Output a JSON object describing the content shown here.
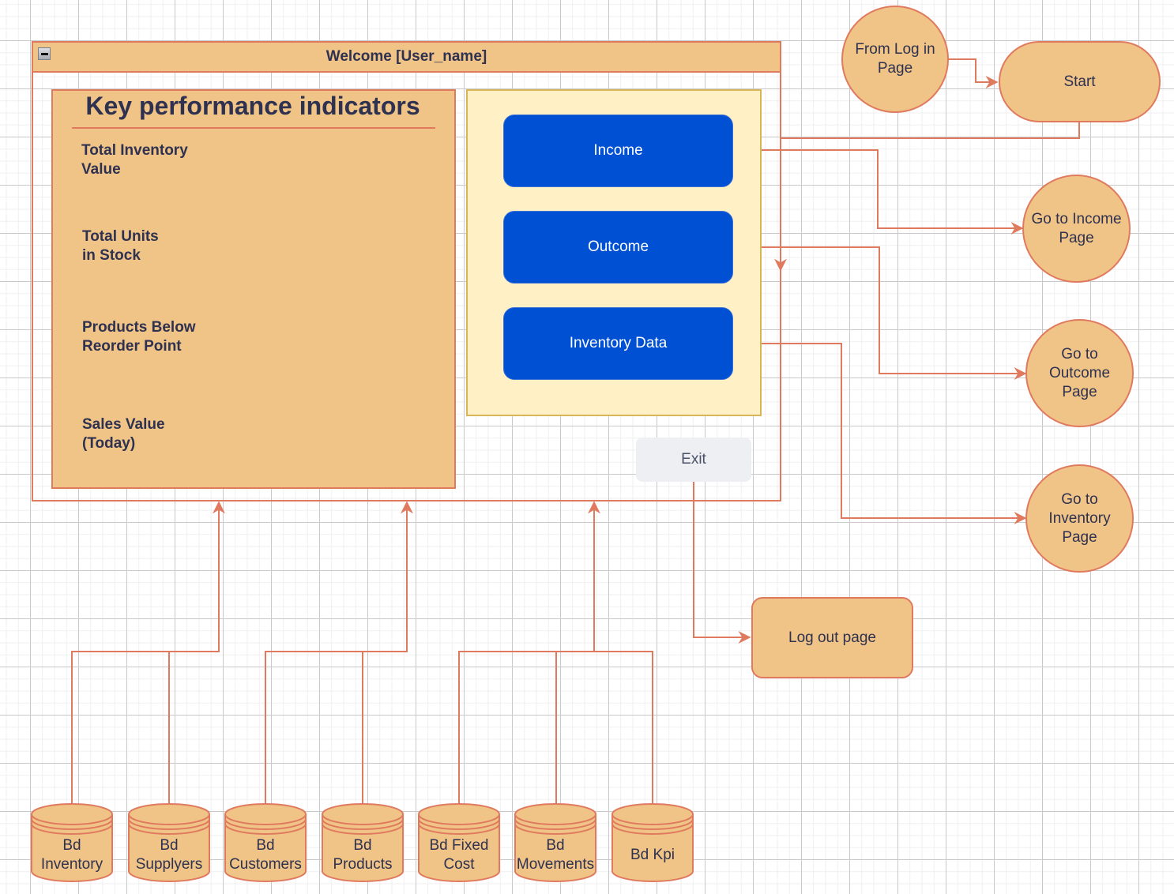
{
  "window": {
    "title": "Welcome [User_name]",
    "collapse_icon": "minus-box-icon"
  },
  "kpi_panel": {
    "title": "Key performance indicators",
    "items": [
      {
        "label": "Total Inventory\nValue"
      },
      {
        "label": "Total Units\nin Stock"
      },
      {
        "label": "Products Below\nReorder Point"
      },
      {
        "label": "Sales Value\n(Today)"
      }
    ]
  },
  "nav_panel": {
    "buttons": [
      {
        "label": "Income"
      },
      {
        "label": "Outcome"
      },
      {
        "label": "Inventory Data"
      }
    ],
    "exit_label": "Exit"
  },
  "flow_nodes": {
    "from_login": "From Log in\nPage",
    "start": "Start",
    "go_income": "Go to Income\nPage",
    "go_outcome": "Go to\nOutcome\nPage",
    "go_inventory": "Go to\nInventory\nPage",
    "logout": "Log out page"
  },
  "databases": [
    {
      "label": "Bd\nInventory"
    },
    {
      "label": "Bd\nSupplyers"
    },
    {
      "label": "Bd\nCustomers"
    },
    {
      "label": "Bd\nProducts"
    },
    {
      "label": "Bd Fixed\nCost"
    },
    {
      "label": "Bd\nMovements"
    },
    {
      "label": "Bd Kpi"
    }
  ],
  "colors": {
    "node_fill": "#f0c386",
    "node_stroke": "#e07a5f",
    "nav_fill": "#fff0c6",
    "nav_stroke": "#d6b656",
    "button_blue": "#0050d4",
    "exit_fill": "#eeeff3",
    "text": "#2e3250"
  }
}
